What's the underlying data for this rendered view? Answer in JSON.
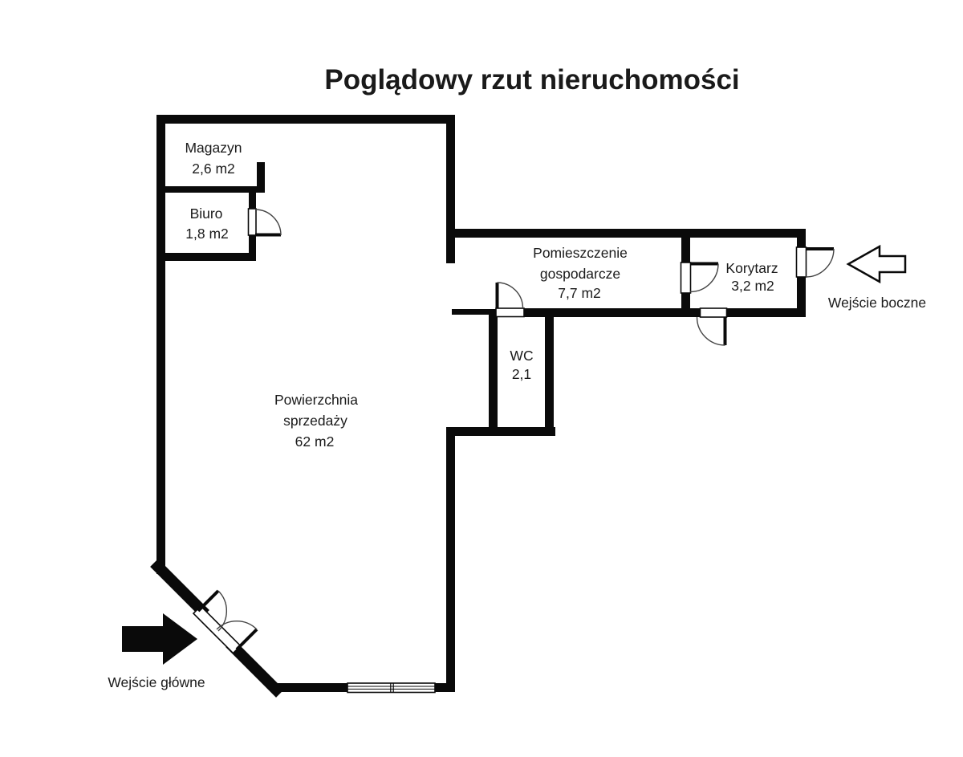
{
  "title": "Poglądowy rzut nieruchomości",
  "rooms": {
    "magazyn": {
      "name": "Magazyn",
      "area": "2,6 m2"
    },
    "biuro": {
      "name": "Biuro",
      "area": "1,8 m2"
    },
    "gospodarcze": {
      "name_line1": "Pomieszczenie",
      "name_line2": "gospodarcze",
      "area": "7,7 m2"
    },
    "korytarz": {
      "name": "Korytarz",
      "area": "3,2 m2"
    },
    "wc": {
      "name": "WC",
      "area": "2,1"
    },
    "sprzedaz": {
      "name_line1": "Powierzchnia",
      "name_line2": "sprzedaży",
      "area": "62 m2"
    }
  },
  "entrances": {
    "main": {
      "label": "Wejście główne",
      "arrow_icon": "arrow-right-solid"
    },
    "side": {
      "label": "Wejście boczne",
      "arrow_icon": "arrow-left-outline"
    }
  },
  "colors": {
    "wall": "#0a0a0a",
    "text": "#1a1a1a",
    "background": "#ffffff"
  }
}
